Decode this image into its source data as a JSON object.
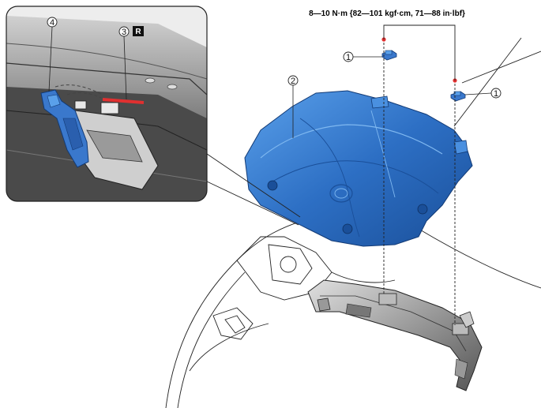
{
  "torque_spec": "8—10 N·m {82—101 kgf·cm, 71—88 in·lbf}",
  "callouts": {
    "part1_right": "1",
    "part1_left": "1",
    "part2": "2",
    "part3": "3",
    "part4": "4"
  },
  "replace_badge": "R",
  "colors": {
    "cover_blue": "#2d6fc4",
    "clip_blue": "#3a78cc",
    "marker_red": "#e03030",
    "line": "#222222"
  }
}
